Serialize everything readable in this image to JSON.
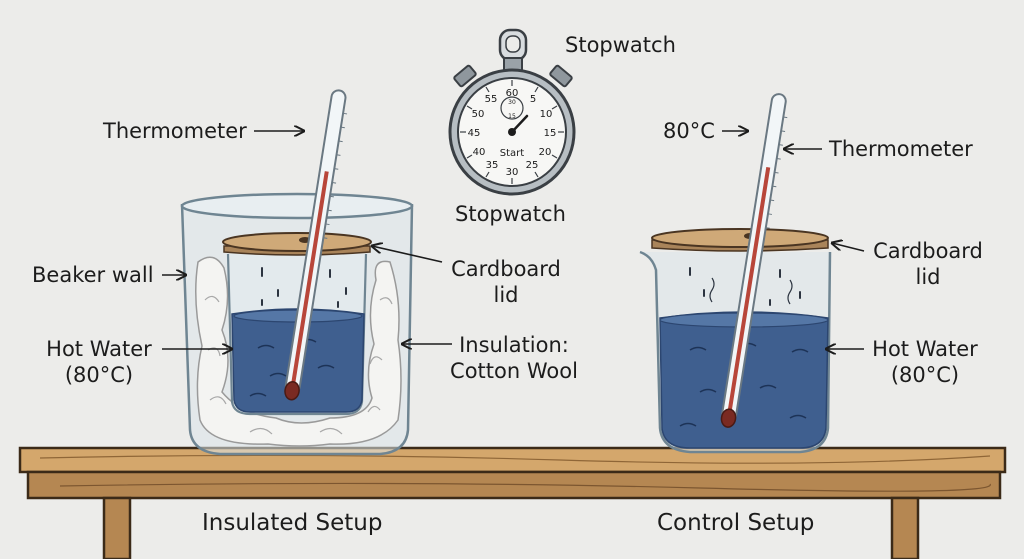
{
  "labels": {
    "stopwatch_top": "Stopwatch",
    "stopwatch_bottom": "Stopwatch",
    "left_thermometer": "Thermometer",
    "beaker_wall": "Beaker wall",
    "left_lid_line1": "Cardboard",
    "left_lid_line2": "lid",
    "left_water_line1": "Hot Water",
    "left_water_line2": "(80°C)",
    "insulation_line1": "Insulation:",
    "insulation_line2": "Cotton Wool",
    "right_reading": "80°C",
    "right_thermometer": "Thermometer",
    "right_lid_line1": "Cardboard",
    "right_lid_line2": "lid",
    "right_water_line1": "Hot Water",
    "right_water_line2": "(80°C)",
    "caption_left": "Insulated Setup",
    "caption_right": "Control Setup"
  },
  "dial": {
    "numbers": [
      "60",
      "5",
      "10",
      "15",
      "20",
      "25",
      "30",
      "35",
      "40",
      "45",
      "50",
      "55"
    ],
    "center_text": "Start",
    "sub_numbers": [
      "30",
      "15"
    ]
  },
  "colors": {
    "water": "#3f5f8f",
    "wood": "#c99a5e",
    "cardboard": "#cfa978",
    "thermometer_liquid": "#b8463a"
  }
}
